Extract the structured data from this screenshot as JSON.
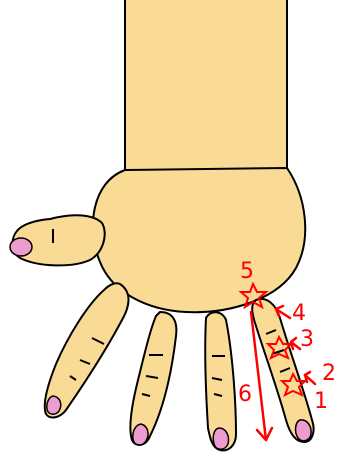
{
  "colors": {
    "skin": "#fadb96",
    "outline": "#000000",
    "nail": "#ec9ccf",
    "marker": "#ff0000",
    "background": "#ffffff"
  },
  "markers": {
    "labels": [
      "1",
      "2",
      "3",
      "4",
      "5",
      "6"
    ],
    "icon": "star-burst-icon"
  }
}
